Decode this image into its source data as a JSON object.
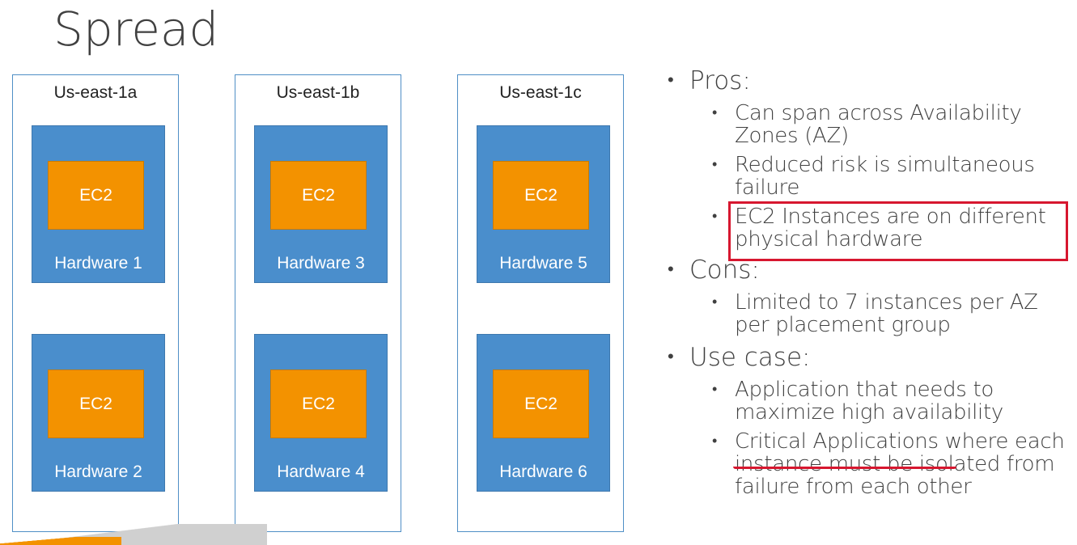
{
  "title": "Spread",
  "zones": [
    {
      "label": "Us-east-1a",
      "hardware": [
        {
          "label": "Hardware 1",
          "instance": "EC2"
        },
        {
          "label": "Hardware 2",
          "instance": "EC2"
        }
      ]
    },
    {
      "label": "Us-east-1b",
      "hardware": [
        {
          "label": "Hardware 3",
          "instance": "EC2"
        },
        {
          "label": "Hardware 4",
          "instance": "EC2"
        }
      ]
    },
    {
      "label": "Us-east-1c",
      "hardware": [
        {
          "label": "Hardware 5",
          "instance": "EC2"
        },
        {
          "label": "Hardware 6",
          "instance": "EC2"
        }
      ]
    }
  ],
  "bullets": {
    "pros": {
      "label": "Pros:",
      "items": [
        "Can span across Availability Zones (AZ)",
        "Reduced risk is simultaneous failure",
        "EC2 Instances are on different physical hardware"
      ]
    },
    "cons": {
      "label": "Cons:",
      "items": [
        "Limited to 7 instances per AZ per placement group"
      ]
    },
    "use_case": {
      "label": "Use case:",
      "items": [
        "Application that needs to maximize high availability"
      ],
      "critical_underlined": "Critical Applications",
      "critical_rest": " where each instance must be isolated from failure from each other"
    }
  },
  "colors": {
    "hardware": "#4a8ecc",
    "ec2": "#f39200",
    "zone_border": "#4f8fc6",
    "highlight": "#d7172f"
  }
}
